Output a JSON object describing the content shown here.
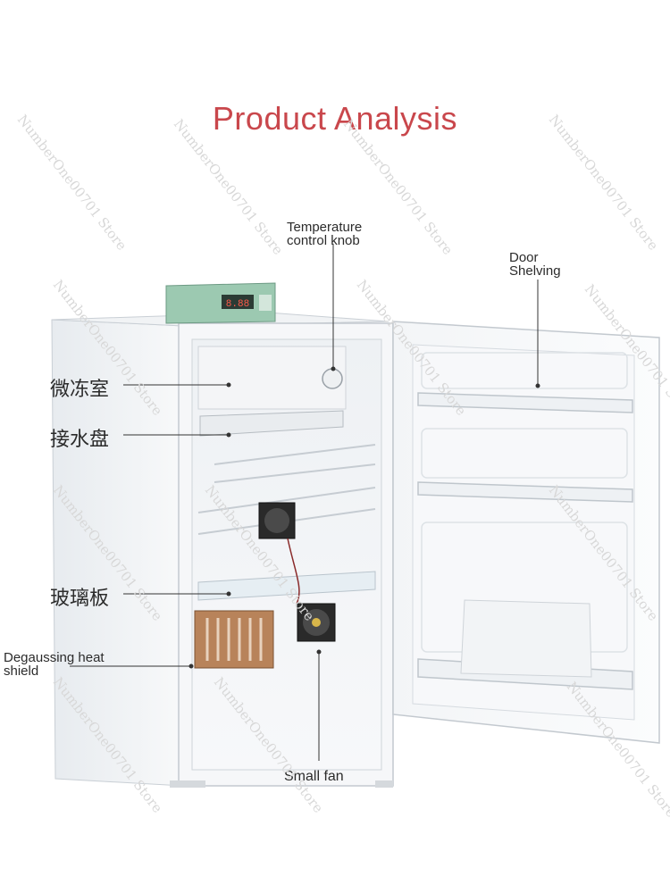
{
  "title": "Product Analysis",
  "labels": {
    "temp_knob_line1": "Temperature",
    "temp_knob_line2": "control knob",
    "door_shelving_line1": "Door",
    "door_shelving_line2": "Shelving",
    "freezer": "微冻室",
    "drip_tray": "接水盘",
    "glass_shelf": "玻璃板",
    "degauss_line1": "Degaussing heat",
    "degauss_line2": "shield",
    "small_fan": "Small fan"
  },
  "controller_display": "8.88",
  "watermark": "NumberOne00701 Store",
  "colors": {
    "title": "#c9474c",
    "cabinet": "#f4f6f8",
    "controller": "#9cc9b1",
    "heater": "#c48a5a"
  }
}
